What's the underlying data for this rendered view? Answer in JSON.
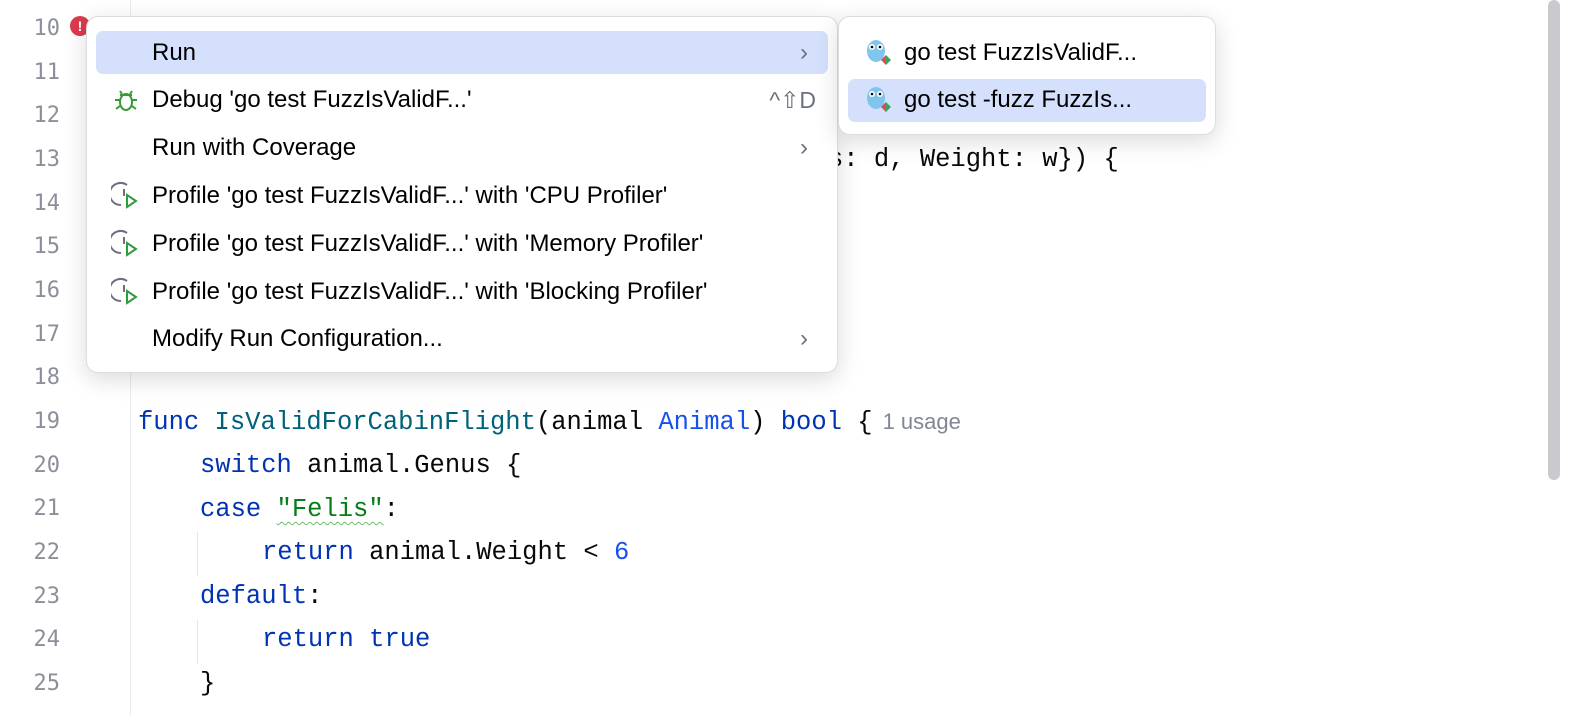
{
  "gutter": {
    "line_numbers": [
      "10",
      "11",
      "12",
      "13",
      "14",
      "15",
      "16",
      "17",
      "18",
      "19",
      "20",
      "21",
      "22",
      "23",
      "24",
      "25"
    ],
    "error_marker": "!"
  },
  "code": {
    "line13_tail": "s: d, Weight: w}) {",
    "l19": {
      "kw": "func",
      "name": "IsValidForCabinFlight",
      "p1": "(animal ",
      "type": "Animal",
      "p2": ") ",
      "ret": "bool",
      "p3": " {",
      "hint": "1 usage"
    },
    "l20": {
      "kw": "switch",
      "rest": " animal.Genus {"
    },
    "l21": {
      "kw": "case",
      "str": "\"Felis\"",
      "rest": ":"
    },
    "l22": {
      "kw": "return",
      "rest": " animal.Weight < ",
      "num": "6"
    },
    "l23": {
      "kw": "default",
      "rest": ":"
    },
    "l24": {
      "kw": "return",
      "val": "true"
    },
    "l25": {
      "rest": "}"
    }
  },
  "menu": {
    "items": [
      {
        "label": "Run",
        "icon": "none",
        "submenu": true,
        "selected": true
      },
      {
        "label": "Debug 'go test FuzzIsValidF...'",
        "icon": "bug-icon",
        "shortcut": "^⇧D"
      },
      {
        "label": "Run with Coverage",
        "icon": "none",
        "submenu": true
      },
      {
        "label": "Profile 'go test FuzzIsValidF...' with 'CPU Profiler'",
        "icon": "profiler-icon"
      },
      {
        "label": "Profile 'go test FuzzIsValidF...' with 'Memory Profiler'",
        "icon": "profiler-icon"
      },
      {
        "label": "Profile 'go test FuzzIsValidF...' with 'Blocking Profiler'",
        "icon": "profiler-icon"
      },
      {
        "label": "Modify Run Configuration...",
        "icon": "none",
        "submenu": true
      }
    ],
    "arrow": "›"
  },
  "submenu": {
    "items": [
      {
        "label": "go test FuzzIsValidF...",
        "icon": "gopher-test-icon"
      },
      {
        "label": "go test -fuzz FuzzIs...",
        "icon": "gopher-test-icon",
        "selected": true
      }
    ]
  },
  "colors": {
    "selection": "#d5e0fc",
    "keyword": "#0033b3",
    "function": "#00627a",
    "string": "#067d17",
    "error": "#db3b4b"
  }
}
